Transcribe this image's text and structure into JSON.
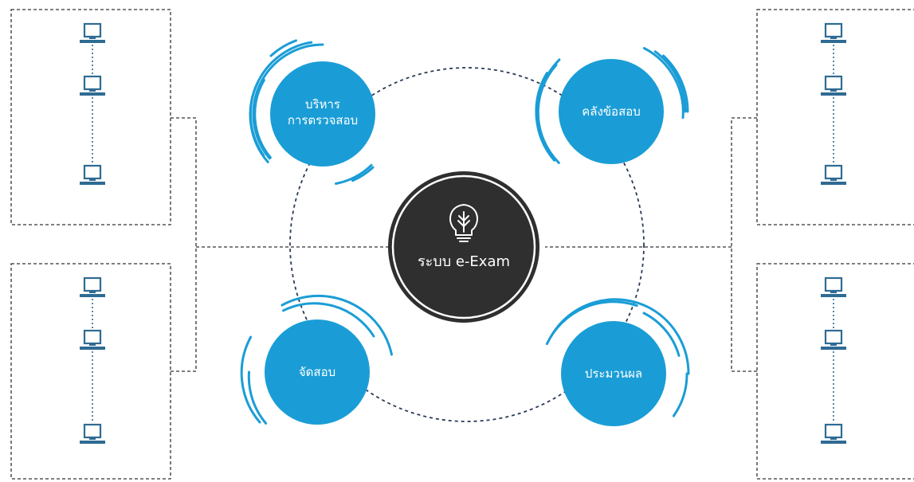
{
  "center": {
    "label": "ระบบ e-Exam",
    "icon": "lightbulb-icon"
  },
  "nodes": [
    {
      "id": "admin",
      "lines": [
        "บริหาร",
        "การตรวจสอบ"
      ]
    },
    {
      "id": "bank",
      "lines": [
        "คลังข้อสอบ"
      ]
    },
    {
      "id": "arrange",
      "lines": [
        "จัดสอบ"
      ]
    },
    {
      "id": "process",
      "lines": [
        "ประมวนผล"
      ]
    }
  ],
  "computer_groups": [
    {
      "side": "left",
      "position": "top",
      "icon": "computer-icon"
    },
    {
      "side": "left",
      "position": "bottom",
      "icon": "computer-icon"
    },
    {
      "side": "right",
      "position": "top",
      "icon": "computer-icon"
    },
    {
      "side": "right",
      "position": "bottom",
      "icon": "computer-icon"
    }
  ],
  "colors": {
    "node_fill": "#1a9dd6",
    "arc": "#1a9dd6",
    "center_fill": "#2f2f2f",
    "center_stroke": "#ffffff",
    "center_outline": "#2f2f2f",
    "computer": "#2e6b93",
    "dash_line": "#333333",
    "ring": "#2b3a57"
  }
}
